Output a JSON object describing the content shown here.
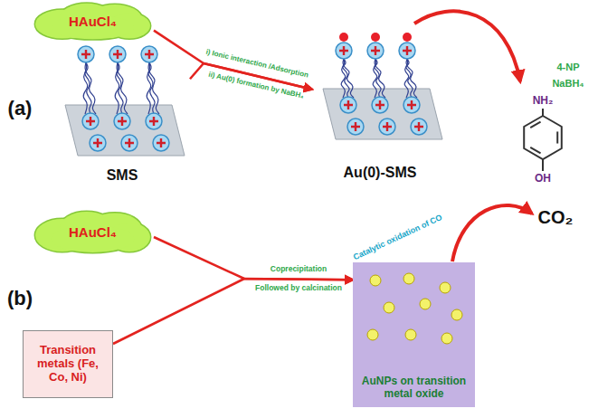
{
  "diagram": {
    "nodes": [
      {
        "text": [
          "HAuCl₄"
        ]
      },
      {
        "text": [
          "SMS"
        ]
      },
      {
        "text": [
          "Au(0)-SMS"
        ]
      },
      {
        "text": [
          "HAuCl₄"
        ]
      },
      {
        "text": [
          "Transition metals (Fe, Co, Ni)"
        ]
      },
      {
        "text": [
          "AuNPs on transition metal oxide"
        ]
      }
    ],
    "edges": [
      {
        "from": 0,
        "to": 2,
        "arrow": "to"
      },
      {
        "from": 1,
        "to": 2,
        "arrow": "to"
      },
      {
        "from": 3,
        "to": 5,
        "arrow": "to"
      },
      {
        "from": 4,
        "to": 5,
        "arrow": "to"
      }
    ],
    "labels": [
      "(a)",
      "i) Ionic interaction /Adsorption",
      "ii) Au(0) formation by NaBH₄",
      "4-NP",
      "NaBH₄",
      "NH₂",
      "OH",
      "(b)",
      "Catalytic oxidation of CO",
      "Coprecipitation",
      "Followed by calcination",
      "CO₂"
    ]
  }
}
